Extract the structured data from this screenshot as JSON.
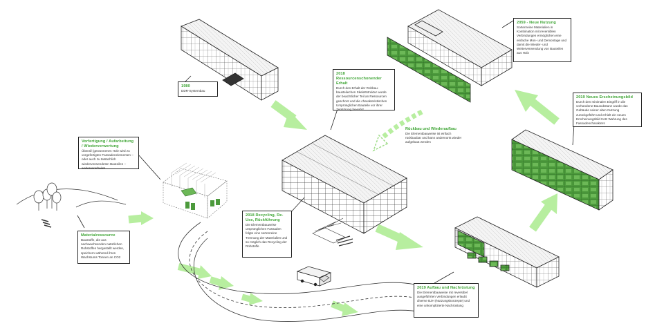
{
  "colors": {
    "accent_green": "#3fa535",
    "arrow_green": "#b7ee9f",
    "facade_green": "#4c9a3c",
    "line": "#222222"
  },
  "callouts": {
    "y1980": {
      "title": "1980",
      "text": "DDR-Systembau"
    },
    "y2018_resource": {
      "title": "2018 Ressourcenschonender Erhalt",
      "text": "Durch den Erhalt der Rohbau-bausteile­chen Skelettstruktur wurde der beachtlicher Teil an Ressourcen geschont und die charakteristischen Ursprünglichen Bauteile vor ihrer Zerstörung bewahrt."
    },
    "y2059": {
      "title": "2059 - Neue Nutzung",
      "text": "Sortenreine Materialien in Kombination mit reversiblen Verbindungen ermöglichen eine einfache Mon- und Demontage und damit die Wieder- und Weiterverwendung von Bauteilen aus Holz"
    },
    "rueckbau": {
      "title": "Rückbau und Wiederaufbau",
      "text": "Die Elementbauweise ist einfach rückbaubar und kann andernorts wieder aufgebaut werden"
    },
    "y2019_new": {
      "title": "2019 Neues Erscheinungsbild",
      "text": "Durch den minimalen Eingriff in die vorhandene Bausubstanz wurde das Gebäude seiner alten Nutzung zurückgeführt und erhielt ein neues Erscheinungsbild trotz Wahrung des Fassadencharakters"
    },
    "vorfertigung": {
      "title": "Vorfertigung / Aufarbeitung / Wiederverwertung",
      "text": "Überall (gewonnenes Holz wird zu vorgefertigten Fassadenelementen – oder auch zu tatsächlich wiederverwendeten Bauteilen – weiterverarbeitet"
    },
    "y2018_recycling": {
      "title": "2018 Recycling, Re-Use, Rückführung",
      "text": "Die Elementbauweise ursprünglichen Fassaden folgte eine sortenreine Trennung der Materialien und so möglich das Recycling der Rohstoffe"
    },
    "materialressource": {
      "title": "Materialressource",
      "text": "Baustoffe, die aus nachwachsenden natürlichen Rohstoffen hergestellt werden, speichern während ihres Wachstums Tonnen an CO2"
    },
    "y2019_aufbau": {
      "title": "2019 Aufbau und Nachrüstung",
      "text": "Die Elementbauweise mit reversibel ausgeführten Verbindungen erlaubt diverse BJH (Nutzungskonzepte) und eine unkomplizierte Nachrüstung"
    }
  }
}
